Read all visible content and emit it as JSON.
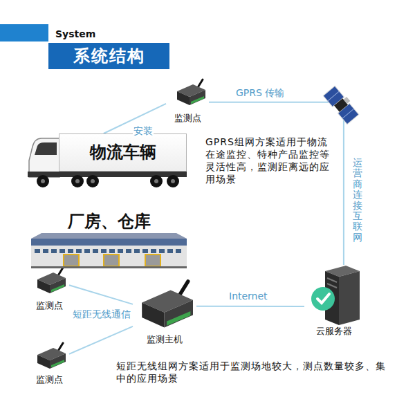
{
  "diagram": {
    "title": "系统结构",
    "nodes": [
      {
        "text": [
          "监测点"
        ]
      },
      {
        "text": [
          "物流车辆"
        ]
      },
      {
        "text": [
          "厂房、仓库"
        ]
      },
      {
        "text": [
          "监测点"
        ]
      },
      {
        "text": [
          "云服务器"
        ]
      },
      {
        "text": [
          "监测主机"
        ]
      },
      {
        "text": [
          "监测点"
        ]
      }
    ],
    "edges": [
      {
        "from": 1,
        "to": 0,
        "label": "安装",
        "arrow": "none"
      },
      {
        "from": 0,
        "to": 4,
        "label": "GPRS 传输",
        "arrow": "none"
      },
      {
        "from": 3,
        "to": 5,
        "label": "短距无线通信",
        "arrow": "none"
      },
      {
        "from": 6,
        "to": 5,
        "arrow": "none"
      },
      {
        "from": 5,
        "to": 4,
        "label": "Internet",
        "arrow": "none"
      }
    ],
    "labels": [
      "System",
      "GPRS组网方案适用于物流在途监控、特种产品监控等灵活性高，监测距离远的应用场景",
      "运营商连接互联网",
      "短距无线组网方案适用于监测场地较大，测点数量较多、集中的应用场景"
    ]
  }
}
